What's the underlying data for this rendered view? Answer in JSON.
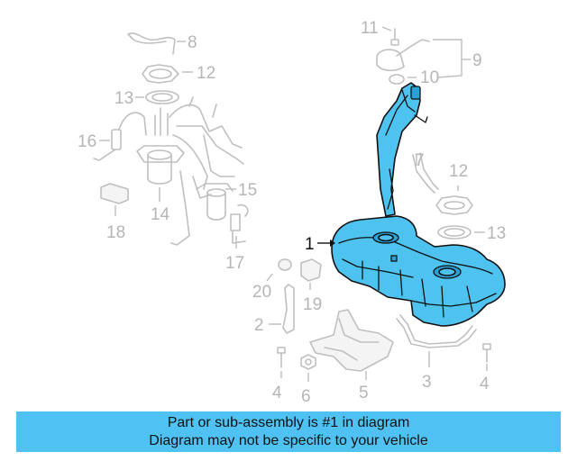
{
  "callouts": {
    "c1": "1",
    "c2": "2",
    "c3": "3",
    "c4a": "4",
    "c4b": "4",
    "c5": "5",
    "c6": "6",
    "c7": "7",
    "c8": "8",
    "c9": "9",
    "c10": "10",
    "c11": "11",
    "c12a": "12",
    "c12b": "12",
    "c13a": "13",
    "c13b": "13",
    "c14": "14",
    "c15": "15",
    "c16": "16",
    "c17": "17",
    "c18": "18",
    "c19": "19",
    "c20": "20"
  },
  "colors": {
    "highlight": "#4fc3f0",
    "banner": "#4fc1f3",
    "faded_part": "#bfbfbf"
  },
  "footer": {
    "line1": "Part or sub-assembly is #1 in diagram",
    "line2": "Diagram may not be specific to your vehicle"
  }
}
